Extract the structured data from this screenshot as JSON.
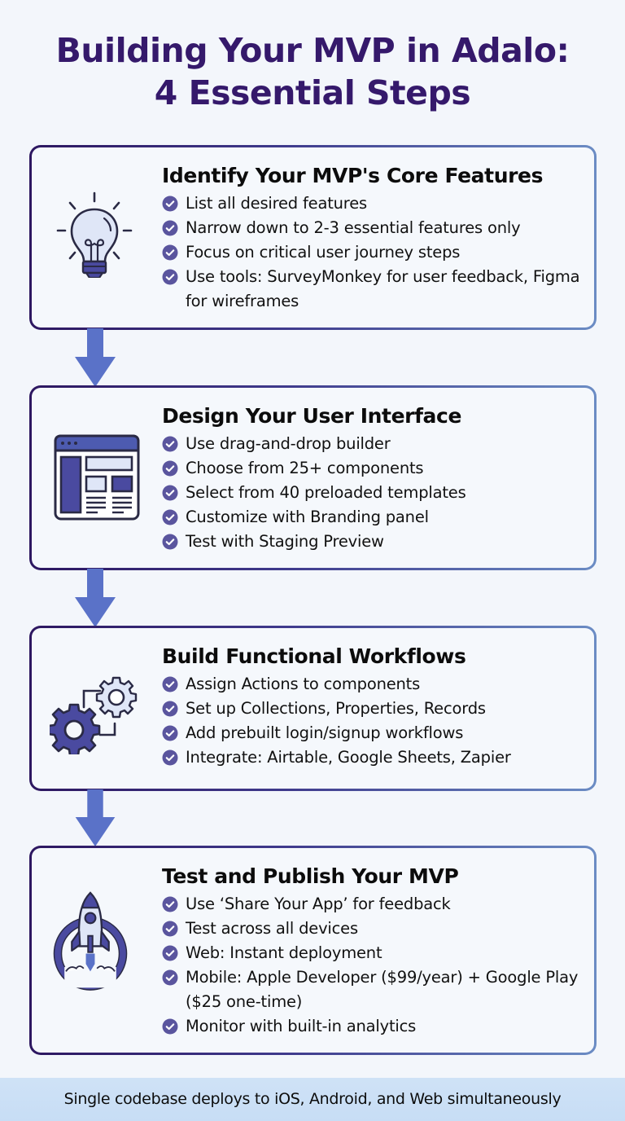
{
  "header": {
    "title_line1": "Building Your MVP in Adalo:",
    "title_line2": "4 Essential Steps"
  },
  "colors": {
    "title": "#35196b",
    "border_start": "#2d1760",
    "border_end": "#6b8cc4",
    "arrow": "#5a72c8",
    "check": "#5a559e",
    "icon_fill_dark": "#4a4aa0",
    "icon_fill_light": "#dfe6f7",
    "footer_bg": "#cfe2f6",
    "page_bg": "#f3f6fb"
  },
  "steps": [
    {
      "icon": "lightbulb-icon",
      "title": "Identify Your MVP's Core Features",
      "bullets": [
        "List all desired features",
        "Narrow down to 2-3 essential features only",
        "Focus on critical user journey steps",
        "Use tools: SurveyMonkey for user feedback, Figma for wireframes"
      ]
    },
    {
      "icon": "browser-layout-icon",
      "title": "Design Your User Interface",
      "bullets": [
        "Use drag-and-drop builder",
        "Choose from 25+ components",
        "Select from 40 preloaded templates",
        "Customize with Branding panel",
        "Test with Staging Preview"
      ]
    },
    {
      "icon": "gears-icon",
      "title": "Build Functional Workflows",
      "bullets": [
        "Assign Actions to components",
        "Set up Collections, Properties, Records",
        "Add prebuilt login/signup workflows",
        "Integrate: Airtable, Google Sheets, Zapier"
      ]
    },
    {
      "icon": "rocket-icon",
      "title": "Test and Publish Your MVP",
      "bullets": [
        "Use ‘Share Your App’ for feedback",
        "Test across all devices",
        "Web: Instant deployment",
        "Mobile: Apple Developer ($99/year) + Google Play ($25 one-time)",
        "Monitor with built-in analytics"
      ]
    }
  ],
  "footer": {
    "text": "Single codebase deploys to iOS, Android, and Web simultaneously"
  }
}
